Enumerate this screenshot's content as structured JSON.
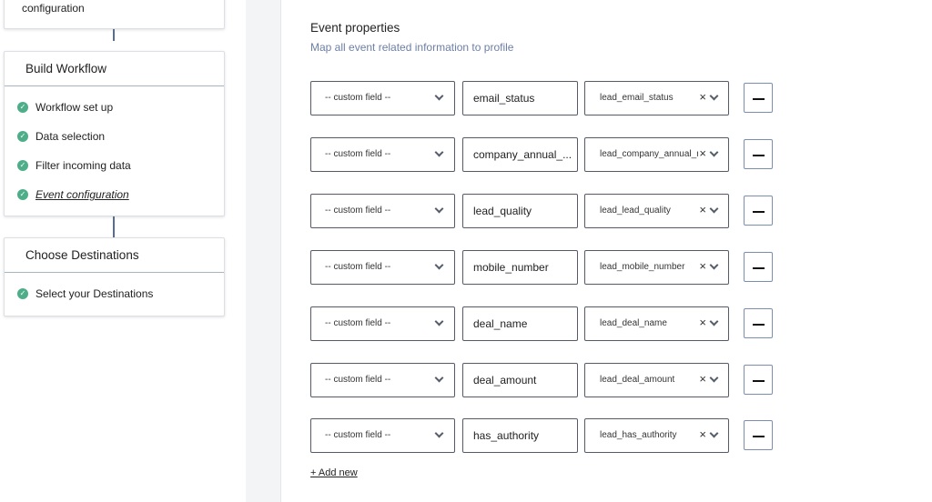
{
  "sidebar": {
    "top_card_text": "configuration",
    "build": {
      "title": "Build Workflow",
      "steps": [
        {
          "label": "Workflow set up"
        },
        {
          "label": "Data selection"
        },
        {
          "label": "Filter incoming data"
        },
        {
          "label": "Event configuration"
        }
      ]
    },
    "destinations": {
      "title": "Choose Destinations",
      "steps": [
        {
          "label": "Select your Destinations"
        }
      ]
    }
  },
  "main": {
    "title": "Event properties",
    "subtitle": "Map all event related information to profile",
    "rows": [
      {
        "custom": "-- custom field --",
        "field": "email_status",
        "lead": "lead_email_status"
      },
      {
        "custom": "-- custom field --",
        "field": "company_annual_...",
        "lead": "lead_company_annual_re"
      },
      {
        "custom": "-- custom field --",
        "field": "lead_quality",
        "lead": "lead_lead_quality"
      },
      {
        "custom": "-- custom field --",
        "field": "mobile_number",
        "lead": "lead_mobile_number"
      },
      {
        "custom": "-- custom field --",
        "field": "deal_name",
        "lead": "lead_deal_name"
      },
      {
        "custom": "-- custom field --",
        "field": "deal_amount",
        "lead": "lead_deal_amount"
      },
      {
        "custom": "-- custom field --",
        "field": "has_authority",
        "lead": "lead_has_authority"
      }
    ],
    "add_new": "+ Add new"
  }
}
